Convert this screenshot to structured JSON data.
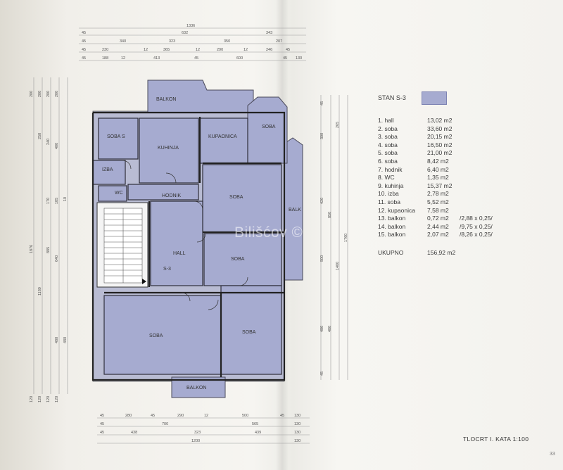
{
  "legend": {
    "title": "STAN S-3",
    "swatch_color": "#a6abd0",
    "rooms": [
      {
        "label": "1. hall",
        "area": "13,02 m2",
        "note": ""
      },
      {
        "label": "2. soba",
        "area": "33,60 m2",
        "note": ""
      },
      {
        "label": "3. soba",
        "area": "20,15 m2",
        "note": ""
      },
      {
        "label": "4. soba",
        "area": "16,50 m2",
        "note": ""
      },
      {
        "label": "5. soba",
        "area": "21,00 m2",
        "note": ""
      },
      {
        "label": "6. soba",
        "area": "8,42 m2",
        "note": ""
      },
      {
        "label": "7. hodnik",
        "area": "6,40 m2",
        "note": ""
      },
      {
        "label": "8. WC",
        "area": "1,35 m2",
        "note": ""
      },
      {
        "label": "9. kuhinja",
        "area": "15,37 m2",
        "note": ""
      },
      {
        "label": "10. izba",
        "area": "2,78 m2",
        "note": ""
      },
      {
        "label": "11. soba",
        "area": "5,52 m2",
        "note": ""
      },
      {
        "label": "12. kupaonica",
        "area": "7,58 m2",
        "note": ""
      },
      {
        "label": "13. balkon",
        "area": "0,72 m2",
        "note": "/2,88 x 0,25/"
      },
      {
        "label": "14. balkon",
        "area": "2,44 m2",
        "note": "/9,75 x 0,25/"
      },
      {
        "label": "15. balkon",
        "area": "2,07 m2",
        "note": "/8,26 x 0,25/"
      }
    ],
    "total_label": "UKUPNO",
    "total_value": "156,92 m2"
  },
  "plan": {
    "room_labels": {
      "balkon_top": "BALKON",
      "soba_s": "SOBA S",
      "kuhinja": "KUHINJA",
      "kupaonica": "KUPAONICA",
      "soba_corner": "SOBA",
      "izba": "IZBA",
      "wc": "WC",
      "hodnik": "HODNIK",
      "soba_mid": "SOBA",
      "balk_side": "BALK",
      "hall": "HALL",
      "s3": "S-3",
      "soba_right": "SOBA",
      "soba_bl": "SOBA",
      "soba_br": "SOBA",
      "balkon_bottom": "BALKON"
    },
    "floor_color": "#a6abd0",
    "wall_color": "#2e2e3a",
    "top_dims": {
      "total": "1336",
      "row1": [
        "45",
        "632",
        "343"
      ],
      "row2": [
        "45",
        "340",
        "323",
        "350",
        "207"
      ],
      "row3": [
        "45",
        "230",
        "12",
        "365",
        "12",
        "290",
        "12",
        "246",
        "45"
      ],
      "row4": [
        "45",
        "188",
        "12",
        "413",
        "45",
        "600",
        "45",
        "130"
      ]
    },
    "bottom_dims": {
      "row1": [
        "45",
        "280",
        "45",
        "290",
        "12",
        "500",
        "45",
        "130"
      ],
      "row2": [
        "45",
        "700",
        "565",
        "130"
      ],
      "row3": [
        "45",
        "438",
        "323",
        "439",
        "130"
      ],
      "row4": [
        "1200",
        "130"
      ]
    },
    "left_dims": [
      "200",
      "200",
      "200",
      "200",
      "250",
      "240",
      "400",
      "10",
      "185",
      "170",
      "1876",
      "1180",
      "885",
      "640",
      "480",
      "480",
      "120",
      "120",
      "120",
      "120"
    ],
    "right_dims": [
      "45",
      "300",
      "265",
      "420",
      "850",
      "1400",
      "1760",
      "500",
      "480",
      "480",
      "45"
    ]
  },
  "watermark": "Bilišćov ©",
  "plan_title": "TLOCRT I. KATA  1:100",
  "page_number": "33"
}
